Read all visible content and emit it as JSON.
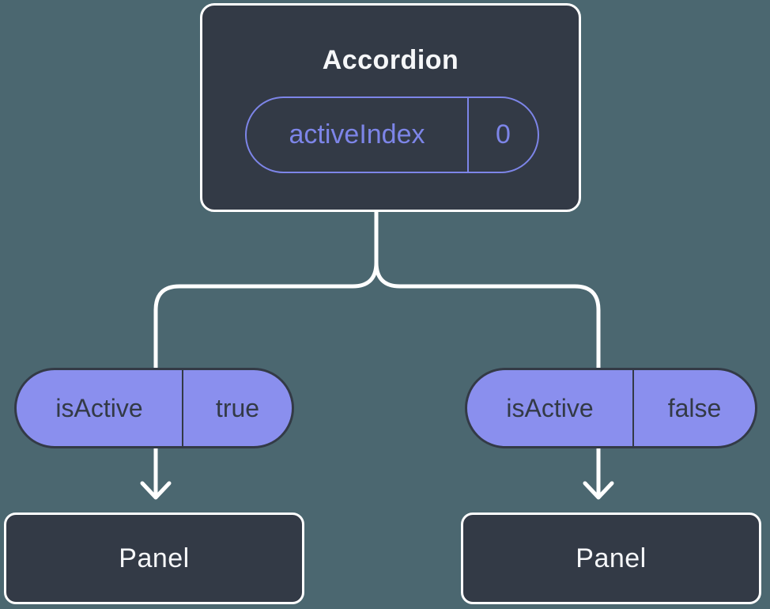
{
  "colors": {
    "background": "#4b6770",
    "node-fill": "#333a46",
    "node-border": "#ffffff",
    "node-text": "#f6f7f9",
    "state-accent": "#7d85e8",
    "prop-fill": "#8a8fee",
    "prop-text": "#333a46",
    "connector": "#ffffff"
  },
  "tree": {
    "root": {
      "title": "Accordion",
      "state": {
        "name": "activeIndex",
        "value": "0"
      }
    },
    "branches": [
      {
        "prop": {
          "name": "isActive",
          "value": "true"
        },
        "child": {
          "title": "Panel"
        }
      },
      {
        "prop": {
          "name": "isActive",
          "value": "false"
        },
        "child": {
          "title": "Panel"
        }
      }
    ]
  }
}
